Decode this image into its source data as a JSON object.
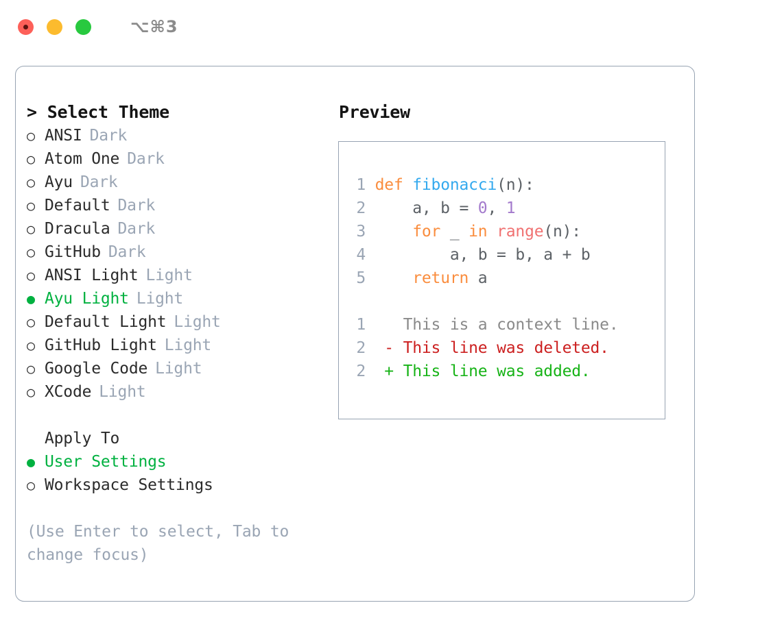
{
  "window": {
    "traffic_lights": [
      "close",
      "minimize",
      "maximize"
    ],
    "shortcut": "⌥⌘3",
    "colors": {
      "close": "#fd6059",
      "minimize": "#fcbb2e",
      "maximize": "#28c93f",
      "accent_green": "#00b140",
      "muted": "#9aa5b4",
      "border": "#97a3b2"
    }
  },
  "theme_selector": {
    "title": "> Select Theme",
    "options": [
      {
        "bullet": "○",
        "label": "ANSI",
        "tag": "Dark",
        "selected": false
      },
      {
        "bullet": "○",
        "label": "Atom One",
        "tag": "Dark",
        "selected": false
      },
      {
        "bullet": "○",
        "label": "Ayu",
        "tag": "Dark",
        "selected": false
      },
      {
        "bullet": "○",
        "label": "Default",
        "tag": "Dark",
        "selected": false
      },
      {
        "bullet": "○",
        "label": "Dracula",
        "tag": "Dark",
        "selected": false
      },
      {
        "bullet": "○",
        "label": "GitHub",
        "tag": "Dark",
        "selected": false
      },
      {
        "bullet": "○",
        "label": "ANSI Light",
        "tag": "Light",
        "selected": false
      },
      {
        "bullet": "●",
        "label": "Ayu Light",
        "tag": "Light",
        "selected": true
      },
      {
        "bullet": "○",
        "label": "Default Light",
        "tag": "Light",
        "selected": false
      },
      {
        "bullet": "○",
        "label": "GitHub Light",
        "tag": "Light",
        "selected": false
      },
      {
        "bullet": "○",
        "label": "Google Code",
        "tag": "Light",
        "selected": false
      },
      {
        "bullet": "○",
        "label": "XCode",
        "tag": "Light",
        "selected": false
      }
    ]
  },
  "apply_to": {
    "title": "Apply To",
    "options": [
      {
        "bullet": "●",
        "label": "User Settings",
        "selected": true
      },
      {
        "bullet": "○",
        "label": "Workspace Settings",
        "selected": false
      }
    ]
  },
  "hint": "(Use Enter to select, Tab to change focus)",
  "preview": {
    "title": "Preview",
    "code_lines": [
      {
        "number": "1",
        "tokens": [
          {
            "text": " ",
            "type": "plain"
          },
          {
            "text": "def",
            "type": "kw"
          },
          {
            "text": " ",
            "type": "plain"
          },
          {
            "text": "fibonacci",
            "type": "fn"
          },
          {
            "text": "(n):",
            "type": "plain"
          }
        ]
      },
      {
        "number": "2",
        "tokens": [
          {
            "text": "     a, b = ",
            "type": "plain"
          },
          {
            "text": "0",
            "type": "num"
          },
          {
            "text": ", ",
            "type": "plain"
          },
          {
            "text": "1",
            "type": "num"
          }
        ]
      },
      {
        "number": "3",
        "tokens": [
          {
            "text": "     ",
            "type": "plain"
          },
          {
            "text": "for",
            "type": "kw"
          },
          {
            "text": " _ ",
            "type": "plain"
          },
          {
            "text": "in",
            "type": "kw"
          },
          {
            "text": " ",
            "type": "plain"
          },
          {
            "text": "range",
            "type": "call"
          },
          {
            "text": "(n):",
            "type": "plain"
          }
        ]
      },
      {
        "number": "4",
        "tokens": [
          {
            "text": "         a, b = b, a + b",
            "type": "plain"
          }
        ]
      },
      {
        "number": "5",
        "tokens": [
          {
            "text": "     ",
            "type": "plain"
          },
          {
            "text": "return",
            "type": "kw"
          },
          {
            "text": " a",
            "type": "plain"
          }
        ]
      }
    ],
    "diff_lines": [
      {
        "number": "1",
        "marker": "  ",
        "text": "This is a context line.",
        "type": "ctx"
      },
      {
        "number": "2",
        "marker": "- ",
        "text": "This line was deleted.",
        "type": "del"
      },
      {
        "number": "2",
        "marker": "+ ",
        "text": "This line was added.",
        "type": "add"
      }
    ],
    "syntax_colors": {
      "keyword": "#fa8d3e",
      "function": "#33a9ee",
      "number": "#a37acc",
      "call": "#f07171",
      "plain": "#5c6166",
      "line_number": "#9aa5b4",
      "context": "#8a8a8a",
      "deleted": "#cc2020",
      "added": "#17b317"
    }
  }
}
